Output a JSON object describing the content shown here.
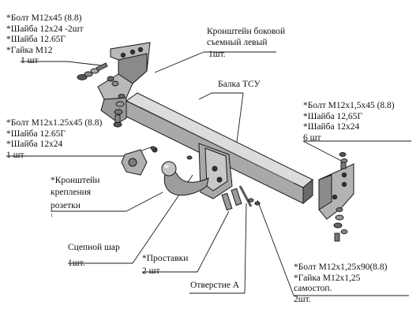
{
  "labels": {
    "bolt_m12x45": {
      "lines": [
        "*Болт М12х45 (8.8)",
        "*Шайба 12х24 -2шт",
        "*Шайба 12.65Г",
        "*Гайка М12",
        "1 шт"
      ]
    },
    "side_bracket": {
      "lines": [
        "Кронштейн боковой",
        "съемный левый",
        "1шт."
      ]
    },
    "beam": {
      "lines": [
        "Балка ТСУ"
      ]
    },
    "bolt_m12x1_5x45": {
      "lines": [
        "*Болт М12х1,5х45 (8.8)",
        "*Шайба 12,65Г",
        "*Шайба 12х24",
        "6 шт"
      ]
    },
    "bolt_m12x1_25x45": {
      "lines": [
        "*Болт М12х1.25х45 (8.8)",
        "*Шайба 12.65Г",
        "*Шайба 12х24",
        "1 шт"
      ]
    },
    "socket_bracket": {
      "lines": [
        "*Кронштейн",
        "крепления",
        "розетки",
        "1"
      ]
    },
    "tow_ball": {
      "lines": [
        "Сцепной шар",
        "1шт."
      ]
    },
    "spacers": {
      "lines": [
        "*Проставки",
        "2 шт"
      ]
    },
    "hole_a": {
      "lines": [
        "Отверстие А"
      ]
    },
    "bolt_m12x1_25x90": {
      "lines": [
        "*Болт М12х1,25х90(8.8)",
        "*Гайка М12х1,25",
        "самостоп.",
        "2шт."
      ]
    }
  },
  "colors": {
    "metal_fill": "#b9b9b9",
    "metal_dark": "#5d5d5d",
    "metal_light": "#dcdcdc",
    "outline": "#1a1a1a",
    "leader": "#1a1a1a"
  }
}
